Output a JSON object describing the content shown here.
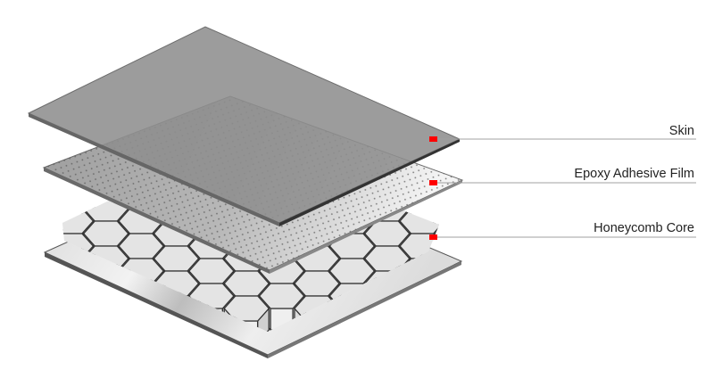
{
  "labels": {
    "skin": "Skin",
    "film": "Epoxy Adhesive Film",
    "core": "Honeycomb Core"
  },
  "colors": {
    "marker": "#ff0000",
    "leader_line": "#a0a0a0",
    "skin": "#9a9a9a",
    "film": "#c8c8c8",
    "core": "#e6e6e6"
  }
}
